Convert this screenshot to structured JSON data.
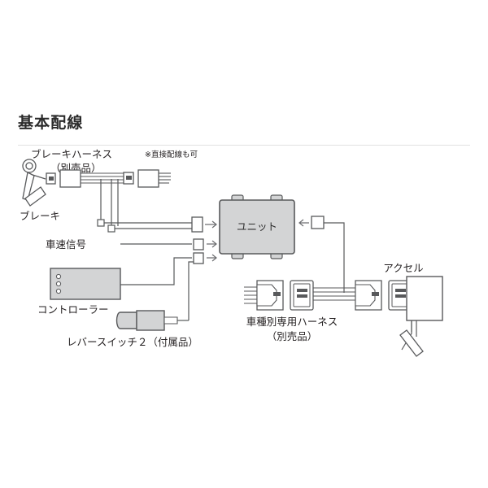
{
  "page": {
    "title": "基本配線",
    "background_color": "#ffffff",
    "line_color": "#58595b",
    "fill_gray": "#d3d4d5",
    "fill_light": "#e9eaea"
  },
  "diagram": {
    "type": "wiring-diagram",
    "note": "※直接配線も可",
    "labels": {
      "brake_harness": "ブレーキハーネス",
      "brake_harness_sub": "（別売品）",
      "brake": "ブレーキ",
      "speed_signal": "車速信号",
      "controller": "コントローラー",
      "lever_switch": "レバースイッチ２（付属品）",
      "unit": "ユニット",
      "vehicle_harness": "車種別専用ハーネス",
      "vehicle_harness_sub": "（別売品）",
      "accelerator": "アクセル"
    },
    "components": [
      {
        "name": "brake-pedal",
        "label": "ブレーキ"
      },
      {
        "name": "brake-harness",
        "label": "ブレーキハーネス（別売品）"
      },
      {
        "name": "speed-signal-wire",
        "label": "車速信号"
      },
      {
        "name": "controller",
        "label": "コントローラー",
        "indicator_count": 3
      },
      {
        "name": "lever-switch",
        "label": "レバースイッチ２（付属品）"
      },
      {
        "name": "unit",
        "label": "ユニット"
      },
      {
        "name": "vehicle-harness",
        "label": "車種別専用ハーネス（別売品）"
      },
      {
        "name": "accelerator-pedal",
        "label": "アクセル"
      }
    ],
    "connections": [
      {
        "from": "brake-harness",
        "to": "unit",
        "arrow": true
      },
      {
        "from": "speed-signal-wire",
        "to": "unit",
        "arrow": true
      },
      {
        "from": "controller",
        "to": "unit",
        "arrow": true
      },
      {
        "from": "lever-switch",
        "to": "unit",
        "arrow": true
      },
      {
        "from": "vehicle-harness",
        "to": "unit",
        "arrow": true
      },
      {
        "from": "accelerator-pedal",
        "to": "vehicle-harness",
        "arrow": false
      }
    ]
  }
}
